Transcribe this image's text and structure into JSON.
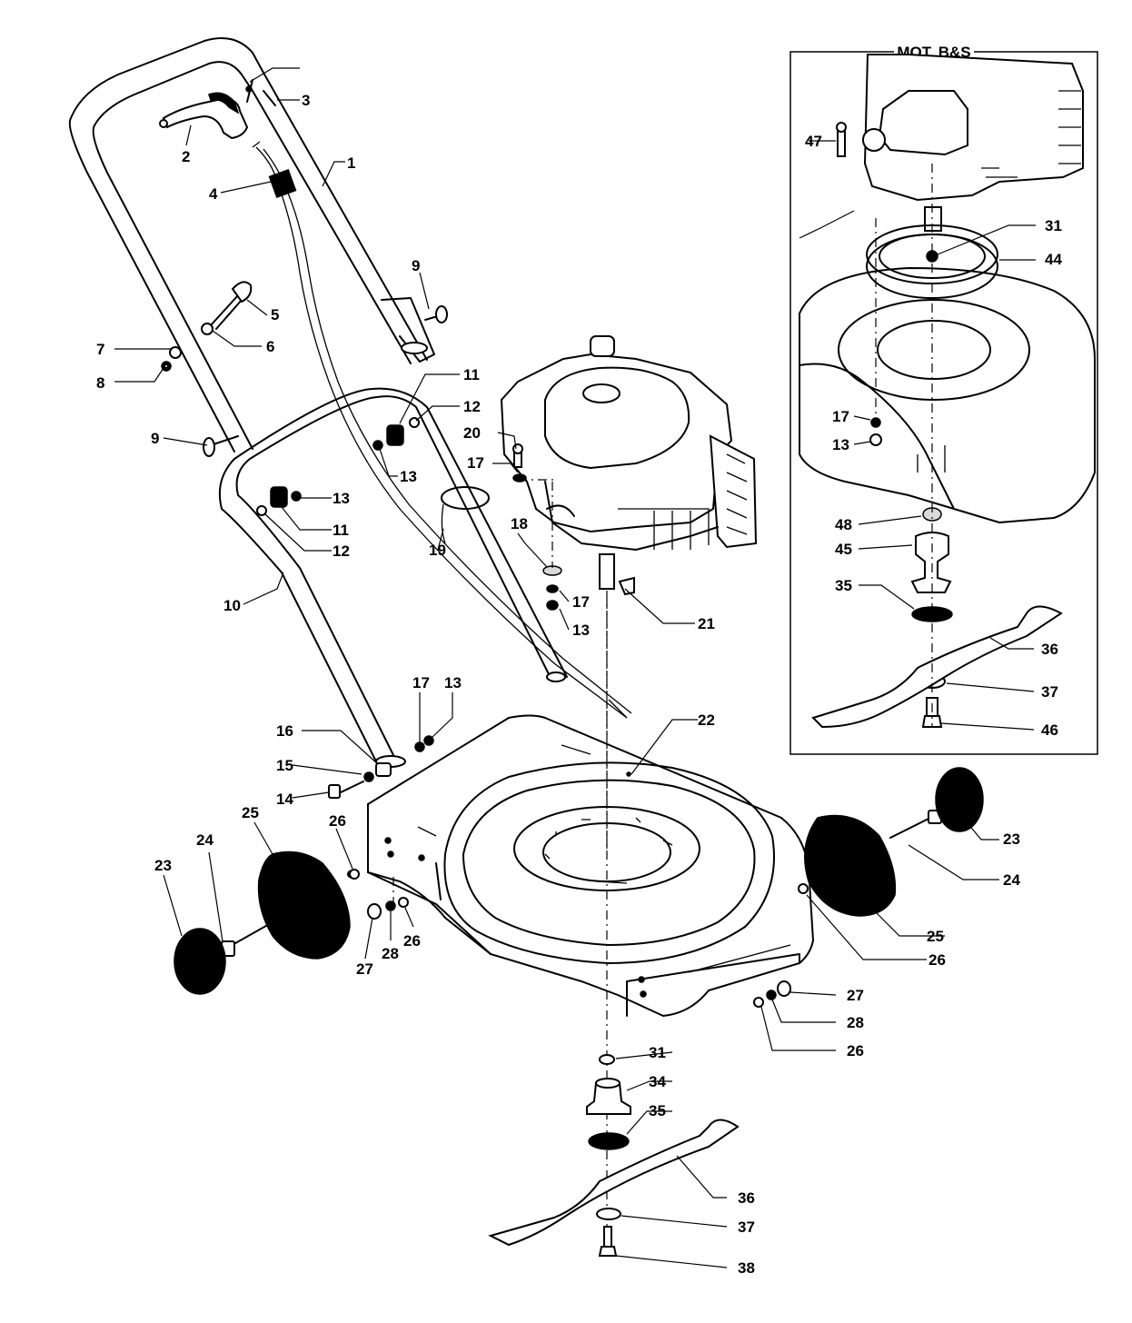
{
  "inset": {
    "title": "MOT. B&S"
  },
  "labels": {
    "l1": "1",
    "l2": "2",
    "l3": "3",
    "l4": "4",
    "l5": "5",
    "l6": "6",
    "l7": "7",
    "l8": "8",
    "l9a": "9",
    "l9b": "9",
    "l10": "10",
    "l11a": "11",
    "l11b": "11",
    "l12a": "12",
    "l12b": "12",
    "l13a": "13",
    "l13b": "13",
    "l13c": "13",
    "l13d": "13",
    "l13e": "13",
    "l14": "14",
    "l15": "15",
    "l16": "16",
    "l17a": "17",
    "l17b": "17",
    "l17c": "17",
    "l17d": "17",
    "l18": "18",
    "l19": "19",
    "l20": "20",
    "l21": "21",
    "l22": "22",
    "l23a": "23",
    "l23b": "23",
    "l24a": "24",
    "l24b": "24",
    "l25a": "25",
    "l25b": "25",
    "l26a": "26",
    "l26b": "26",
    "l26c": "26",
    "l26d": "26",
    "l27a": "27",
    "l27b": "27",
    "l28a": "28",
    "l28b": "28",
    "l31a": "31",
    "l31b": "31",
    "l34": "34",
    "l35a": "35",
    "l35b": "35",
    "l36a": "36",
    "l36b": "36",
    "l37a": "37",
    "l37b": "37",
    "l38": "38",
    "l44": "44",
    "l45": "45",
    "l46": "46",
    "l47": "47",
    "l48": "48"
  }
}
